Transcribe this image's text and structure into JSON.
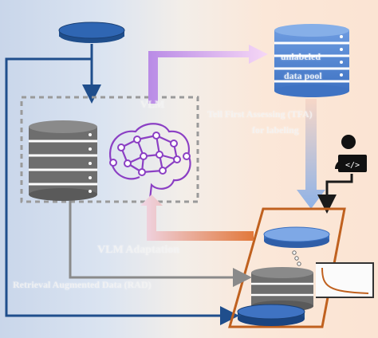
{
  "labels": {
    "unlabeled_line1": "unlabeled",
    "unlabeled_line2": "data pool",
    "vlm": "VLM",
    "tfa_line1": "Tell First Assessing (TFA)",
    "tfa_line2": "for labeling",
    "vlm_adaptation": "VLM Adaptation",
    "rag": "Retrieval Augmented Data (RAD)"
  },
  "icons": {
    "database": "database-icon",
    "brain_network": "neural-brain-icon",
    "annotator": "person-computer-icon",
    "code": "code-icon",
    "curve": "loss-curve-icon"
  },
  "colors": {
    "navy": "#1f4e8c",
    "gray_db": "#6f6f6f",
    "purple": "#8b3fc4",
    "orange_box": "#c0611f",
    "arrow_orange": "#e47a3a",
    "arrow_purple": "#b27fe0"
  }
}
